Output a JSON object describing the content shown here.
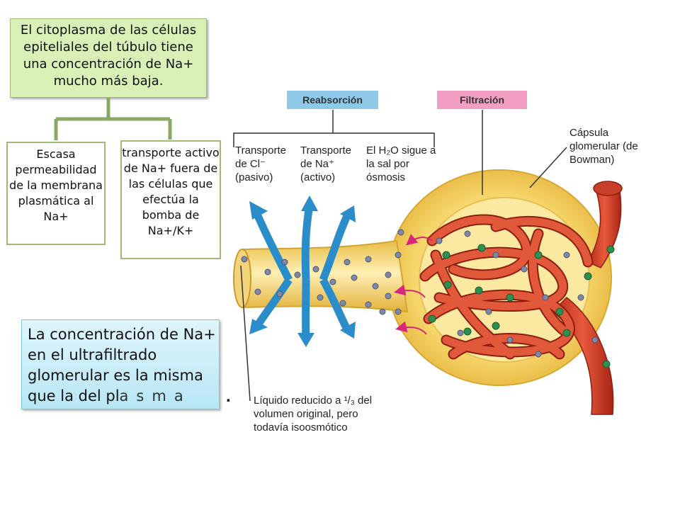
{
  "top_box": {
    "text": "El citoplasma de las células epiteliales del túbulo tiene una concentración de Na+ mucho más baja."
  },
  "left_box": {
    "text": "Escasa permeabilidad de la membrana plasmática al Na+"
  },
  "right_box": {
    "text": "transporte activo de Na+ fuera de las células que efectúa la bomba de Na+/K+"
  },
  "blue_box": {
    "text_main": "La concentración de Na+ en el ultrafiltrado glomerular es la misma que la del pl",
    "text_spaced": "asma",
    "trailing": "."
  },
  "figure": {
    "label_reabsorption": "Reabsorción",
    "label_filtration": "Filtración",
    "transport_cl": "Transporte de Cl⁻ (pasivo)",
    "transport_na": "Transporte de Na⁺ (activo)",
    "water_follows": "El H₂O sigue a la sal por ósmosis",
    "capsule": "Cápsula glomerular (de Bowman)",
    "liquid": "Líquido reducido a ¹/₃ del volumen original, pero todavía isoosmótico"
  }
}
